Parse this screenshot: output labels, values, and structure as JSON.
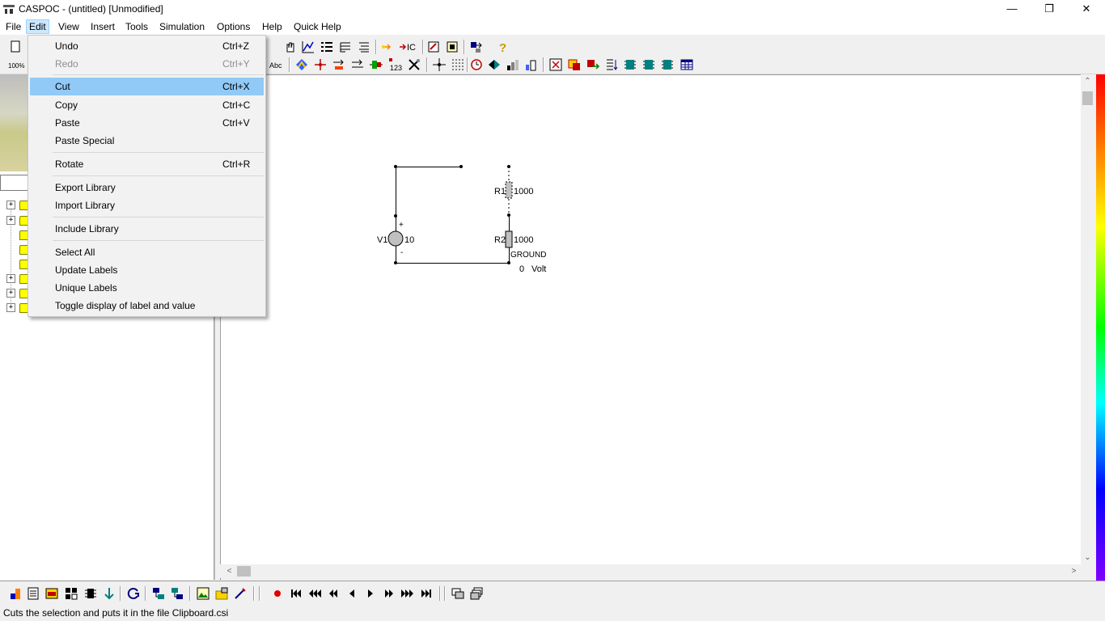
{
  "window": {
    "title": "CASPOC - (untitled) [Unmodified]",
    "app_icon_text": "CASPOC",
    "minimize": "—",
    "maximize": "❐",
    "close": "✕"
  },
  "menubar": {
    "items": [
      "File",
      "Edit",
      "View",
      "Insert",
      "Tools",
      "Simulation",
      "Options",
      "Help",
      "Quick Help"
    ],
    "active": "Edit"
  },
  "edit_menu": {
    "items": [
      {
        "label": "Undo",
        "shortcut": "Ctrl+Z",
        "enabled": true
      },
      {
        "label": "Redo",
        "shortcut": "Ctrl+Y",
        "enabled": false
      },
      {
        "label": "Cut",
        "shortcut": "Ctrl+X",
        "enabled": true,
        "highlighted": true
      },
      {
        "label": "Copy",
        "shortcut": "Ctrl+C",
        "enabled": true
      },
      {
        "label": "Paste",
        "shortcut": "Ctrl+V",
        "enabled": true
      },
      {
        "label": "Paste Special",
        "shortcut": "",
        "enabled": true
      },
      {
        "label": "Rotate",
        "shortcut": "Ctrl+R",
        "enabled": true
      },
      {
        "label": "Export Library",
        "shortcut": "",
        "enabled": true
      },
      {
        "label": "Import Library",
        "shortcut": "",
        "enabled": true
      },
      {
        "label": "Include Library",
        "shortcut": "",
        "enabled": true
      },
      {
        "label": "Select All",
        "shortcut": "",
        "enabled": true
      },
      {
        "label": "Update Labels",
        "shortcut": "",
        "enabled": true
      },
      {
        "label": "Unique Labels",
        "shortcut": "",
        "enabled": true
      },
      {
        "label": "Toggle display of label and value",
        "shortcut": "",
        "enabled": true
      }
    ]
  },
  "toolbar": {
    "zoom_label": "100%",
    "text_tool_label": "Abc",
    "counter_label": "123",
    "ic_label": "IC"
  },
  "schematic": {
    "v1_label": "V1",
    "v1_value": "10",
    "plus": "+",
    "minus": "-",
    "r1_label": "R1",
    "r1_value": "1000",
    "r2_label": "R2",
    "r2_value": "1000",
    "ground_label": "GROUND",
    "ground_value": "0",
    "ground_unit": "Volt"
  },
  "tree": {
    "expanders": [
      "+",
      "+",
      "+",
      "+",
      "+"
    ]
  },
  "status": {
    "text": "Cuts the selection and puts it in the file Clipboard.csi"
  },
  "colors": {
    "menu_highlight": "#91c9f7",
    "menubar_active": "#cce8ff"
  }
}
